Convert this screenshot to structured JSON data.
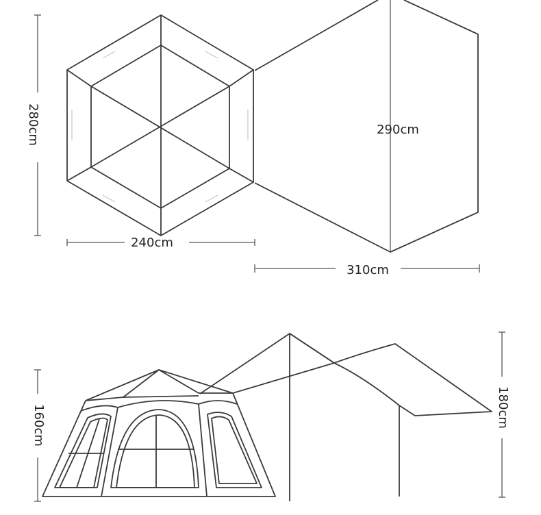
{
  "plan": {
    "tent_height_label": "280cm",
    "tent_width_label": "240cm",
    "awning_depth_label": "290cm",
    "awning_width_label": "310cm"
  },
  "elevation": {
    "tent_height_label": "160cm",
    "awning_height_label": "180cm"
  },
  "colors": {
    "line": "#3a3a3a",
    "text": "#222222",
    "background": "#ffffff"
  }
}
